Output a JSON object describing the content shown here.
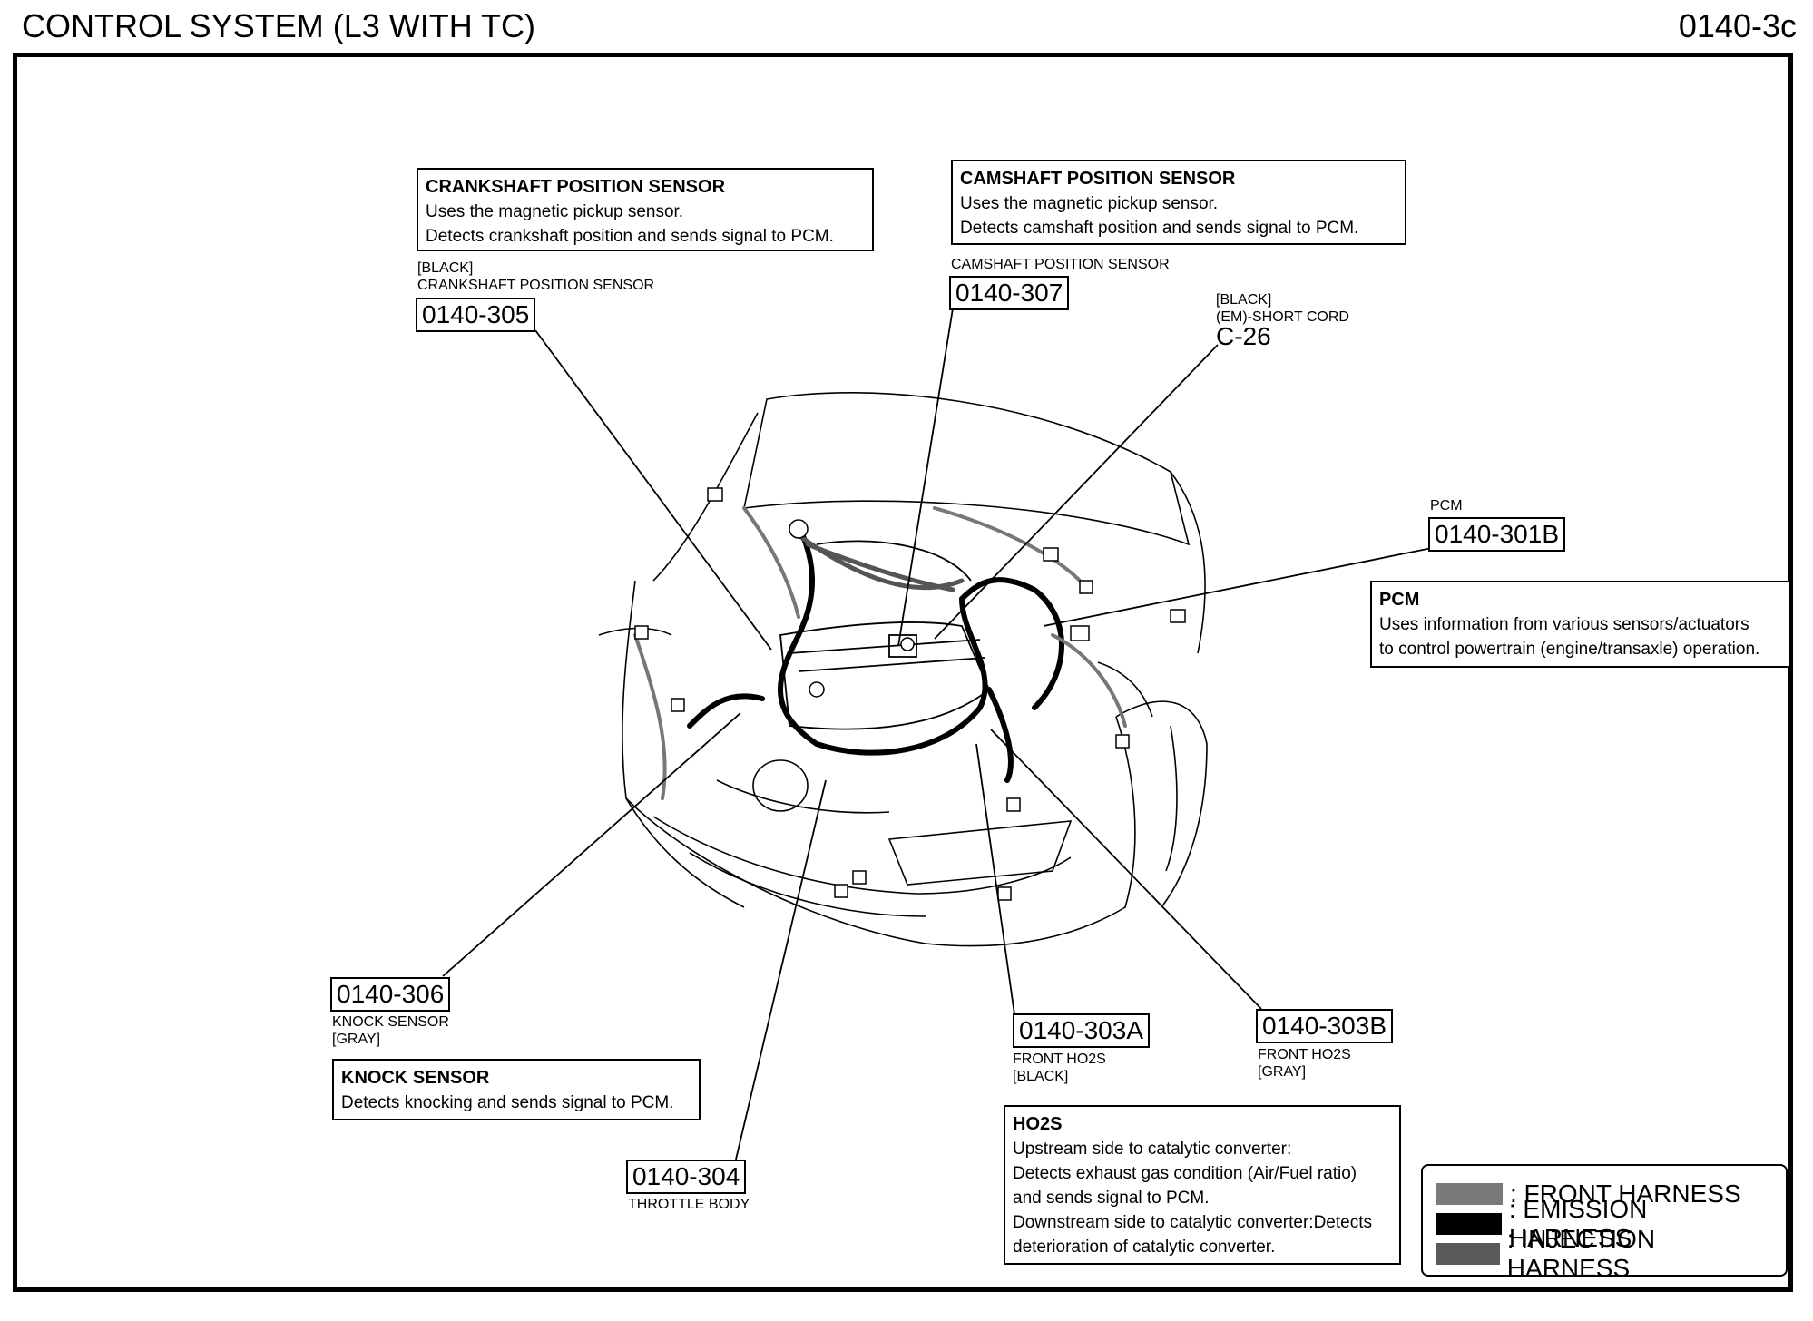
{
  "header": {
    "title": "CONTROL SYSTEM (L3 WITH TC)",
    "code": "0140-3c"
  },
  "callouts": {
    "crankshaft": {
      "title": "CRANKSHAFT POSITION SENSOR",
      "line1": "Uses the magnetic pickup sensor.",
      "line2": "Detects crankshaft position and sends signal to PCM."
    },
    "camshaft": {
      "title": "CAMSHAFT POSITION SENSOR",
      "line1": "Uses the magnetic pickup sensor.",
      "line2": "Detects camshaft position and sends signal to PCM."
    },
    "pcm": {
      "title": "PCM",
      "line1": "Uses information from various sensors/actuators",
      "line2": "to control powertrain (engine/transaxle) operation."
    },
    "knock": {
      "title": "KNOCK SENSOR",
      "line1": "Detects knocking and sends signal to PCM."
    },
    "ho2s": {
      "title": "HO2S",
      "line1": "Upstream side to catalytic converter:",
      "line2": "Detects exhaust gas condition (Air/Fuel ratio)",
      "line3": "and sends signal to PCM.",
      "line4": "Downstream side to catalytic converter:Detects",
      "line5": "deterioration of catalytic converter."
    }
  },
  "components": {
    "crank": {
      "color": "[BLACK]",
      "name": "CRANKSHAFT POSITION SENSOR",
      "ref": "0140-305"
    },
    "cam": {
      "name": "CAMSHAFT POSITION SENSOR",
      "ref": "0140-307"
    },
    "shortcord": {
      "color": "[BLACK]",
      "name": "(EM)-SHORT CORD",
      "id": "C-26"
    },
    "pcm": {
      "name": "PCM",
      "ref": "0140-301B"
    },
    "knock": {
      "ref": "0140-306",
      "name": "KNOCK SENSOR",
      "color": "[GRAY]"
    },
    "ho2s_a": {
      "ref": "0140-303A",
      "name": "FRONT HO2S",
      "color": "[BLACK]"
    },
    "ho2s_b": {
      "ref": "0140-303B",
      "name": "FRONT HO2S",
      "color": "[GRAY]"
    },
    "throttle": {
      "ref": "0140-304",
      "name": "THROTTLE BODY"
    }
  },
  "legend": {
    "items": [
      {
        "label": ": FRONT HARNESS",
        "color": "#7a7a7a"
      },
      {
        "label": ": EMISSION HARNESS",
        "color": "#000000"
      },
      {
        "label": ": INJECTION HARNESS",
        "color": "#5a5a5a"
      }
    ]
  }
}
